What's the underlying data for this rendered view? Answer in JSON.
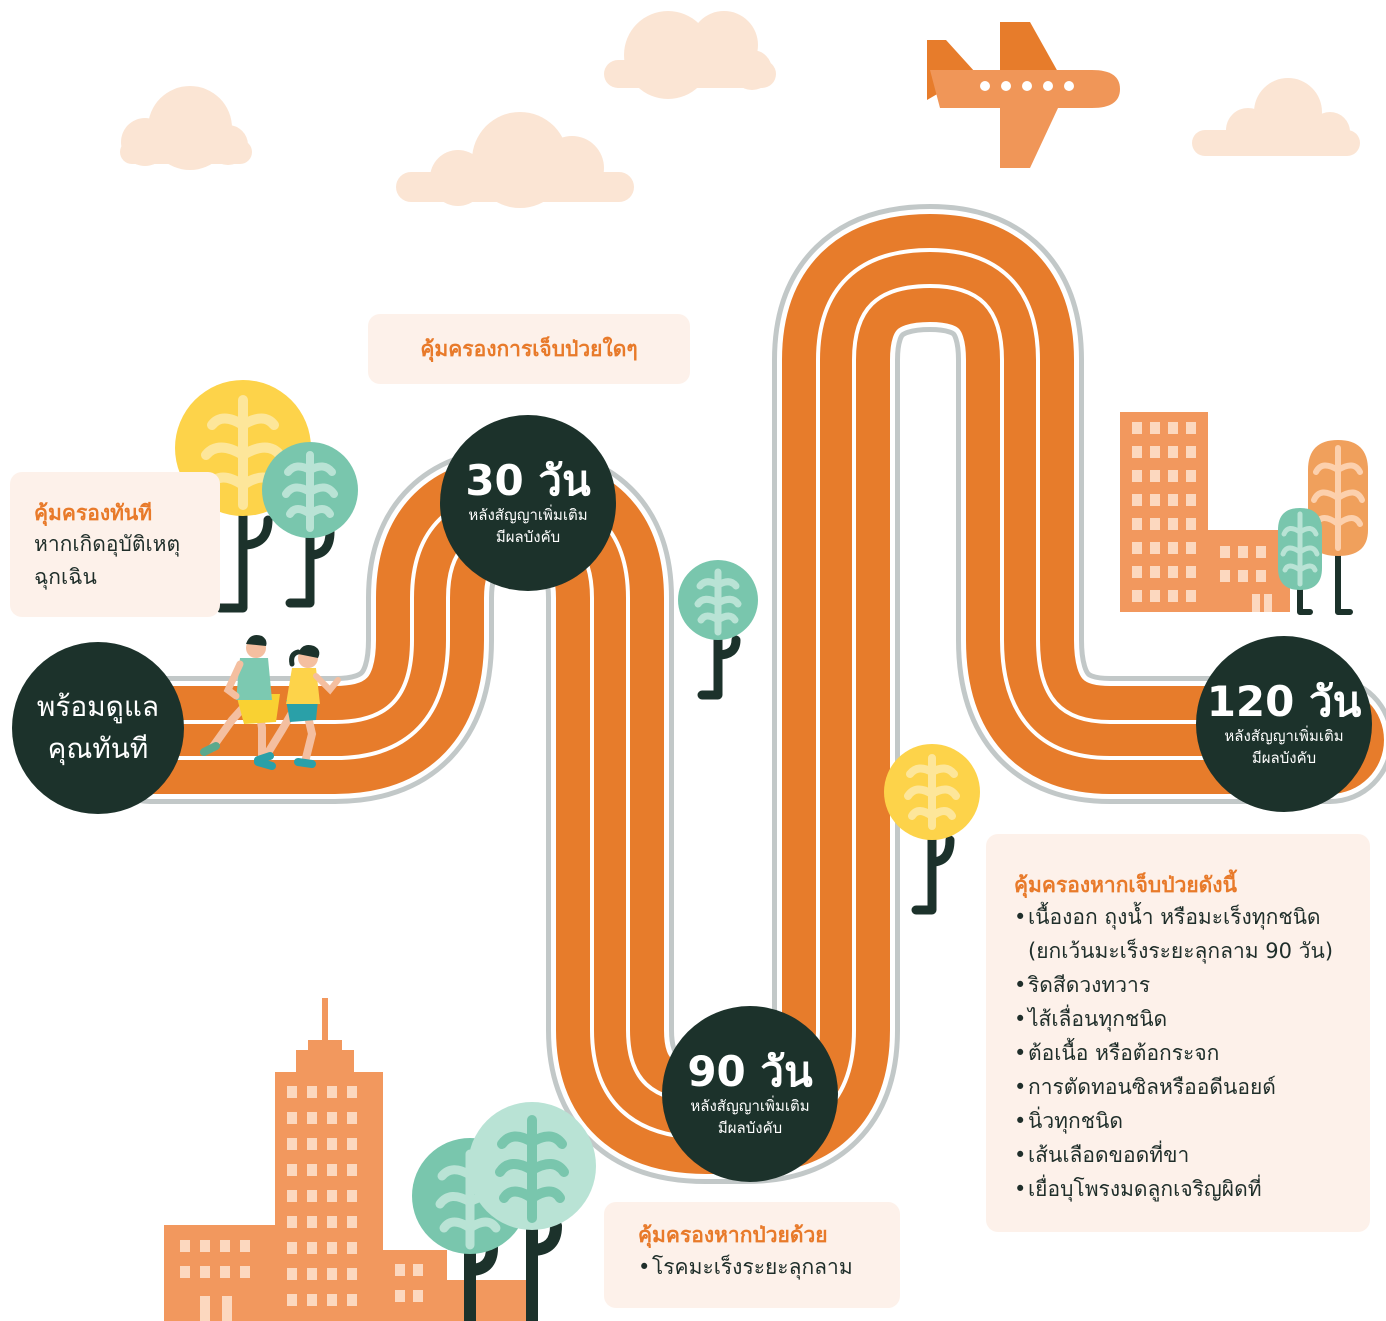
{
  "colors": {
    "track": "#e77c2b",
    "track_line": "#ffffff",
    "track_border": "#c2c8c8",
    "dark": "#1c322b",
    "cloud": "#fbe5d4",
    "building": "#f2985e",
    "plane": "#f09658",
    "tree_yellow": "#fdd34a",
    "tree_mint": "#79c6ad",
    "tree_orange": "#f0a05c",
    "box_bg": "#fdf1ea",
    "accent_text": "#e87a2a"
  },
  "milestones": {
    "start": {
      "line1": "พร้อมดูแล",
      "line2": "คุณทันที"
    },
    "day30": {
      "title": "30 วัน",
      "line1": "หลังสัญญาเพิ่มเติม",
      "line2": "มีผลบังคับ"
    },
    "day90": {
      "title": "90 วัน",
      "line1": "หลังสัญญาเพิ่มเติม",
      "line2": "มีผลบังคับ"
    },
    "day120": {
      "title": "120 วัน",
      "line1": "หลังสัญญาเพิ่มเติม",
      "line2": "มีผลบังคับ"
    }
  },
  "boxes": {
    "immediate": {
      "title": "คุ้มครองทันที",
      "line1": "หากเกิดอุบัติเหตุ",
      "line2": "ฉุกเฉิน"
    },
    "any_illness": {
      "title": "คุ้มครองการเจ็บป่วยใดๆ"
    },
    "sick_with": {
      "title": "คุ้มครองหากป่วยด้วย",
      "items": [
        "โรคมะเร็งระยะลุกลาม"
      ]
    },
    "illness_list": {
      "title": "คุ้มครองหากเจ็บป่วยดังนี้",
      "items": [
        "เนื้องอก ถุงน้ำ หรือมะเร็งทุกชนิด",
        "ริดสีดวงทวาร",
        "ไส้เลื่อนทุกชนิด",
        "ต้อเนื้อ หรือต้อกระจก",
        "การตัดทอนซิลหรืออดีนอยด์",
        "นิ่วทุกชนิด",
        "เส้นเลือดขอดที่ขา",
        "เยื่อบุโพรงมดลูกเจริญผิดที่"
      ],
      "first_item_note": "(ยกเว้นมะเร็งระยะลุกลาม 90 วัน)"
    }
  },
  "icons": [
    "cloud-icon",
    "airplane-icon",
    "tree-icon",
    "building-icon",
    "runner-icon"
  ]
}
